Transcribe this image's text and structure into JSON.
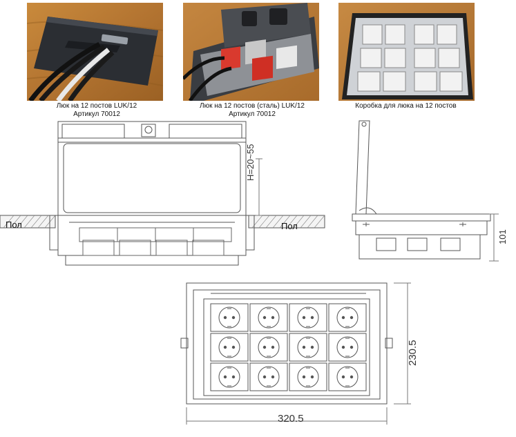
{
  "photos": [
    {
      "caption_line1": "Люк на 12 постов LUK/12",
      "caption_line2": "Артикул 70012"
    },
    {
      "caption_line1": "Люк на 12 постов (сталь) LUK/12",
      "caption_line2": "Артикул 70012"
    },
    {
      "caption_line1": "Коробка для люка на 12 постов",
      "caption_line2": ""
    }
  ],
  "front_view": {
    "floor_left": "Пол",
    "floor_right": "Пол",
    "height_dim": "H=20~55"
  },
  "side_view": {
    "height_dim": "101"
  },
  "top_view": {
    "width_dim": "320.5",
    "height_dim": "230.5",
    "sockets_rows": 3,
    "sockets_cols": 4
  },
  "colors": {
    "wood": "#b8782e",
    "wood_dark": "#8f5a1f",
    "cover_dark": "#2b2e33",
    "line": "#555555"
  }
}
